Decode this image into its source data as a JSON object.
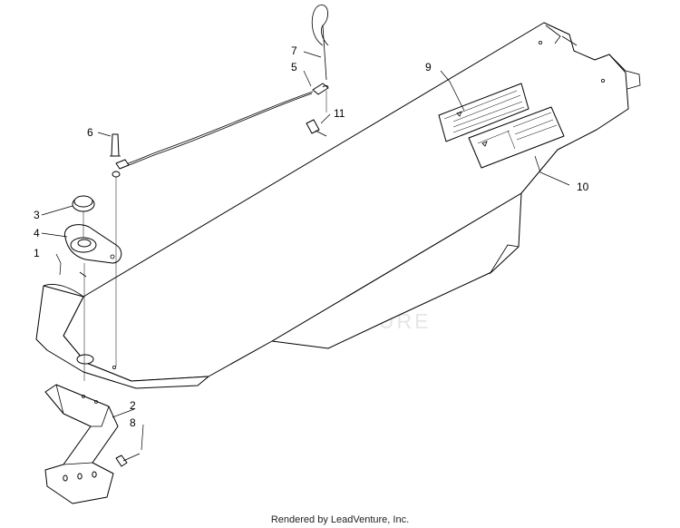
{
  "diagram": {
    "callouts": [
      {
        "id": "1",
        "text": "1"
      },
      {
        "id": "2",
        "text": "2"
      },
      {
        "id": "3",
        "text": "3"
      },
      {
        "id": "4",
        "text": "4"
      },
      {
        "id": "5",
        "text": "5"
      },
      {
        "id": "6",
        "text": "6"
      },
      {
        "id": "7",
        "text": "7"
      },
      {
        "id": "8",
        "text": "8"
      },
      {
        "id": "9",
        "text": "9"
      },
      {
        "id": "10",
        "text": "10"
      },
      {
        "id": "11",
        "text": "11"
      }
    ],
    "watermark": "LEADVENTURE",
    "footer": "Rendered by LeadVenture, Inc."
  }
}
